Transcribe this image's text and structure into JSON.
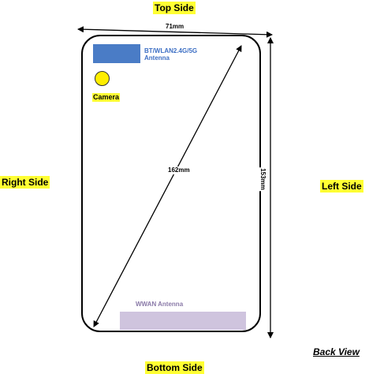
{
  "sides": {
    "top": "Top Side",
    "right": "Right Side",
    "left": "Left Side",
    "bottom": "Bottom Side"
  },
  "dimensions": {
    "width": "71mm",
    "height": "153mm",
    "diagonal": "162mm"
  },
  "components": {
    "bt_antenna": {
      "label": "BT/WLAN2.4G/5G\nAntenna",
      "color": "#4a7cc6"
    },
    "camera": {
      "label": "Camera",
      "color": "#ffee00"
    },
    "wwan_antenna": {
      "label": "WWAN Antenna",
      "color": "#cfc4de"
    }
  },
  "view_label": "Back View",
  "colors": {
    "highlight": "#ffff33",
    "outline": "#000000"
  }
}
